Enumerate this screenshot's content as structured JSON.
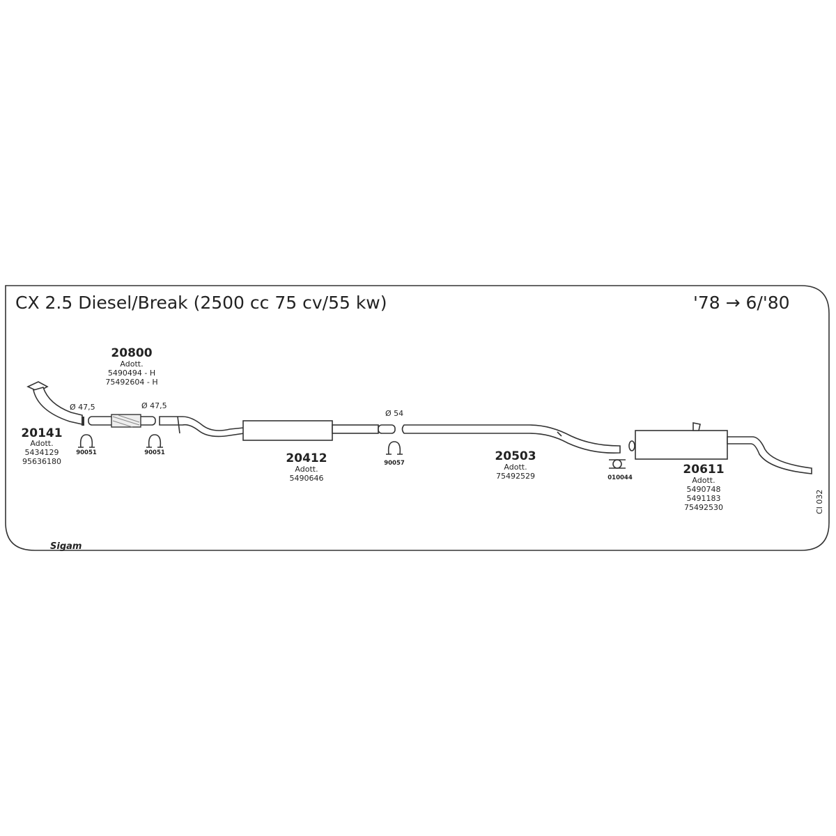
{
  "header": {
    "title": "CX 2.5 Diesel/Break (2500 cc 75 cv/55 kw)",
    "years": "'78 → 6/'80"
  },
  "parts": [
    {
      "number": "20141",
      "label": "Adott.",
      "refs": [
        "5434129",
        "95636180"
      ]
    },
    {
      "number": "20800",
      "label": "Adott.",
      "refs": [
        "5490494 - H",
        "75492604 - H"
      ]
    },
    {
      "number": "20412",
      "label": "Adott.",
      "refs": [
        "5490646"
      ]
    },
    {
      "number": "20503",
      "label": "Adott.",
      "refs": [
        "75492529"
      ]
    },
    {
      "number": "20611",
      "label": "Adott.",
      "refs": [
        "5490748",
        "5491183",
        "75492530"
      ]
    }
  ],
  "clamps": [
    "90051",
    "90051",
    "90057",
    "010044"
  ],
  "diameters": [
    "Ø 47,5",
    "Ø 47,5",
    "Ø 54"
  ],
  "code": "CI 032",
  "logo": "Sigam"
}
